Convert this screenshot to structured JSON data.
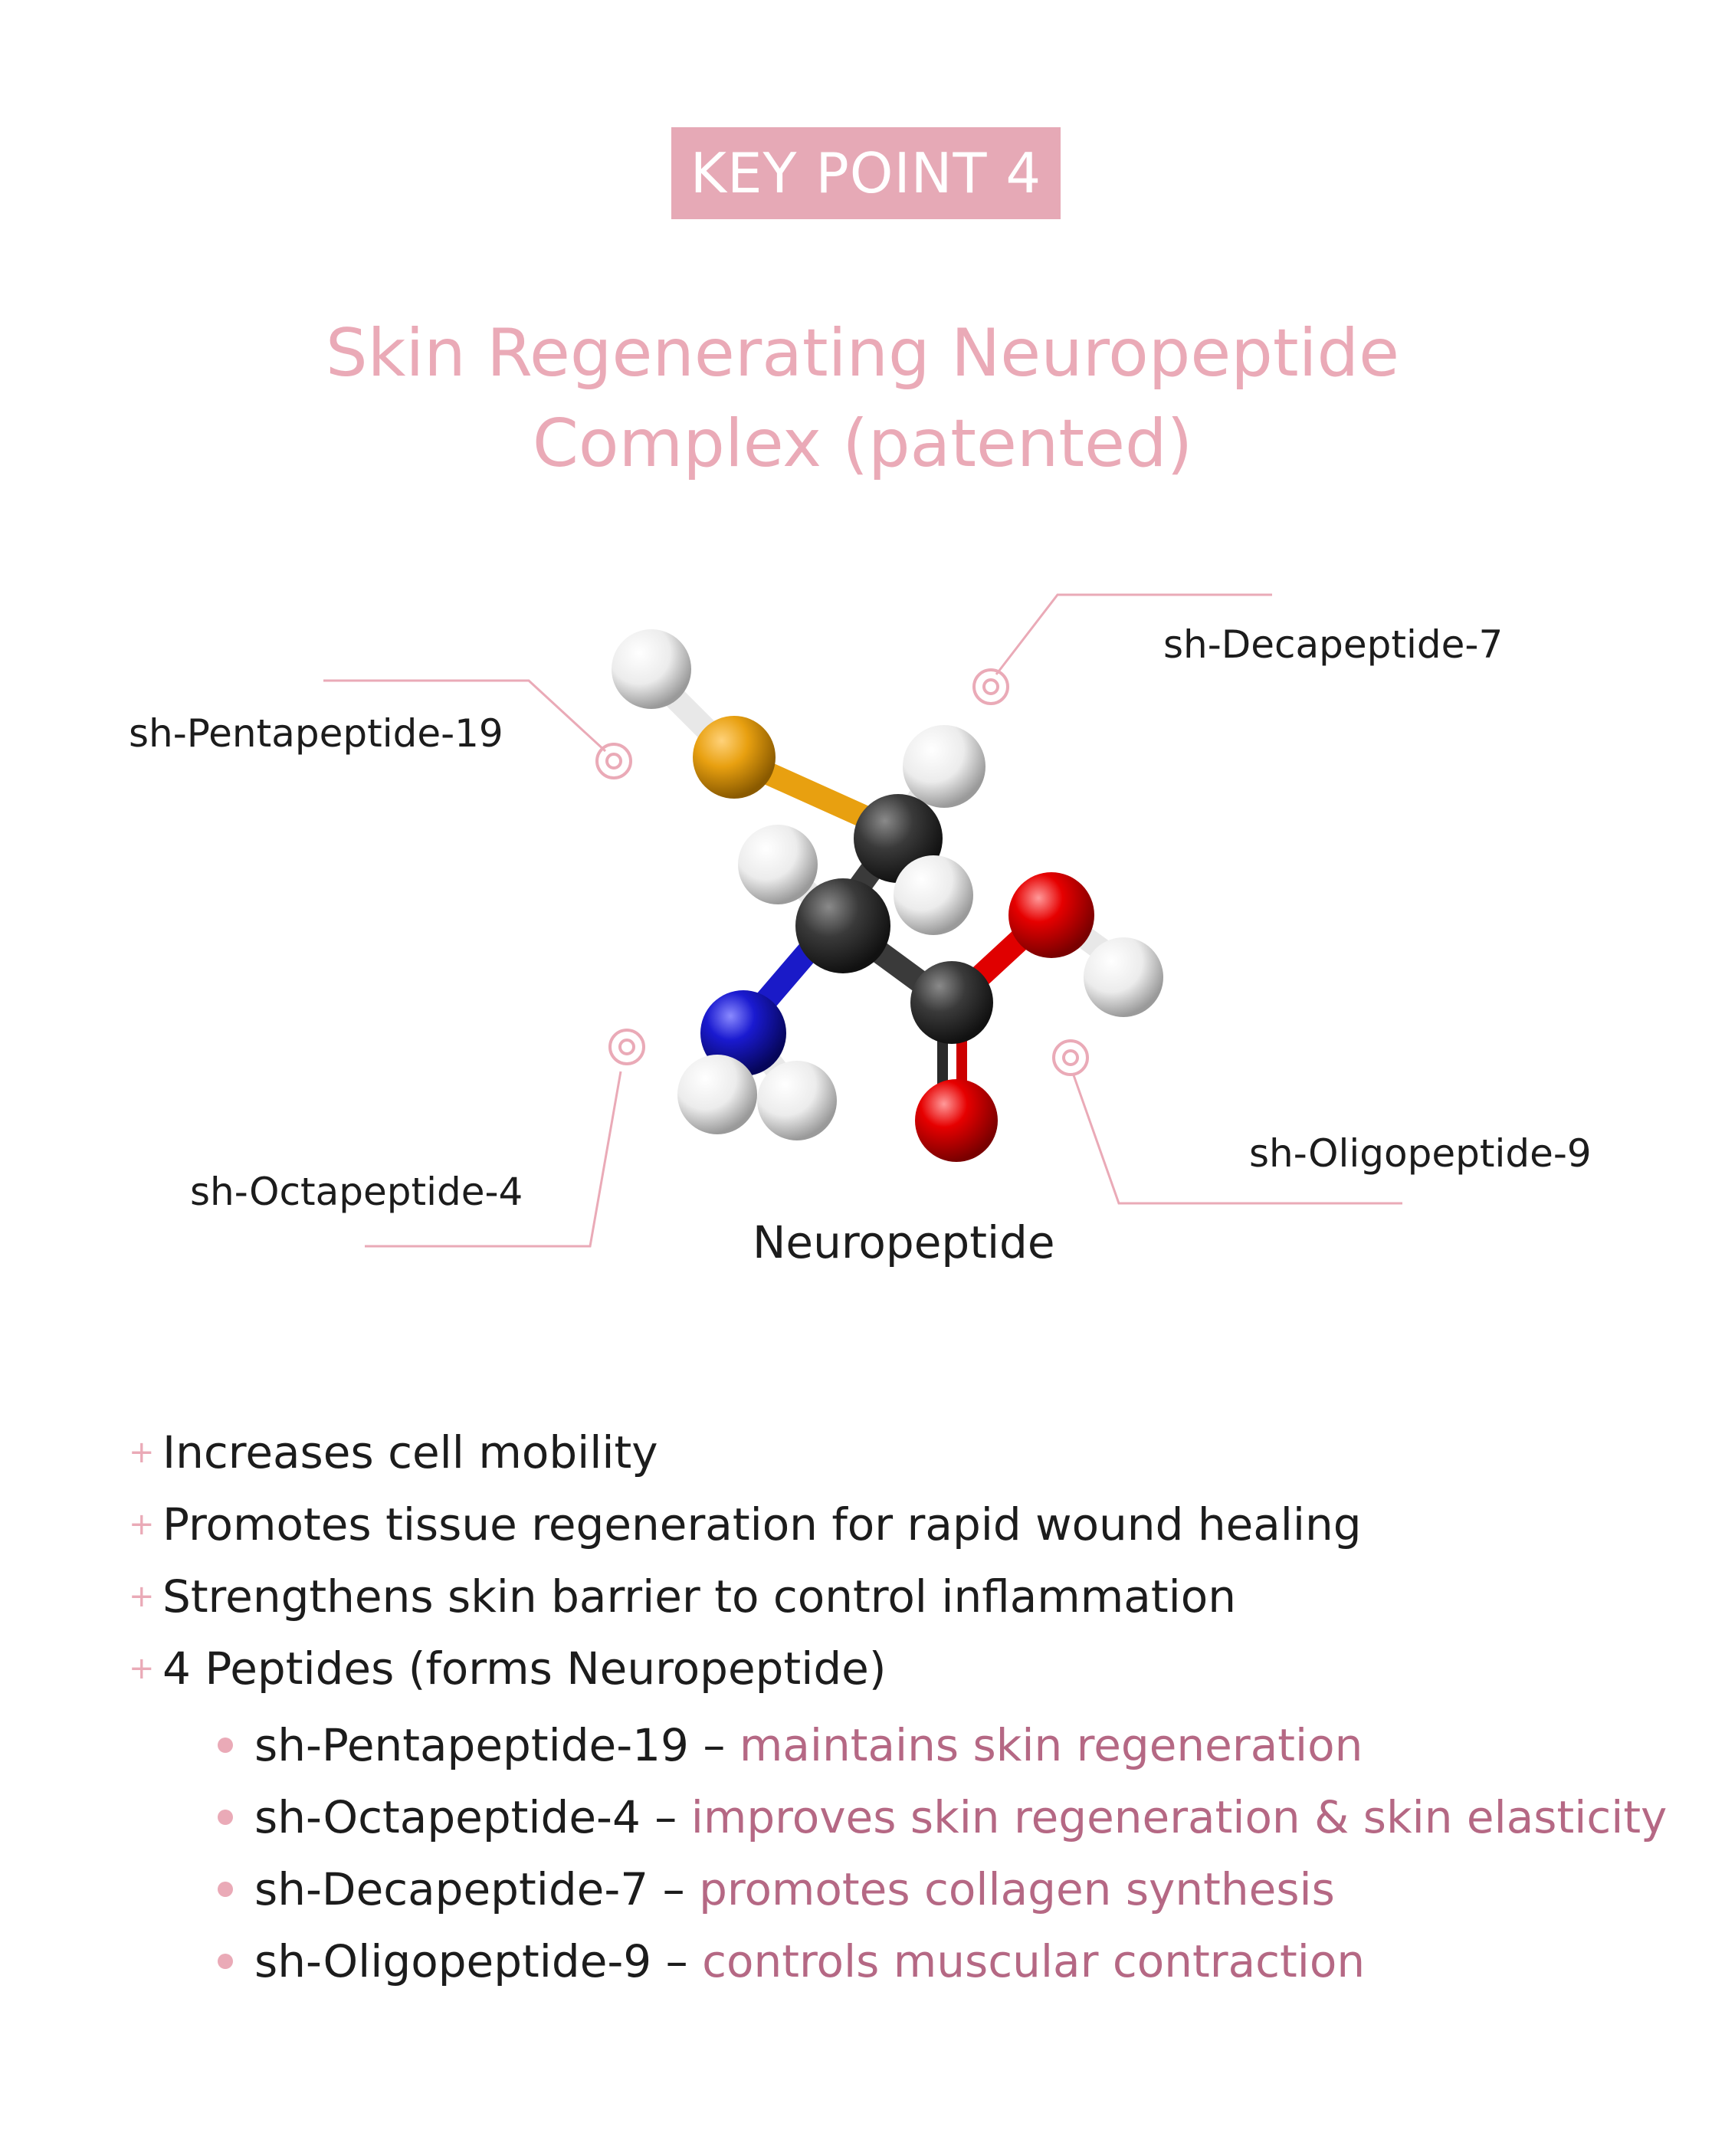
{
  "badge": {
    "label": "KEY POINT 4"
  },
  "title": {
    "line1": "Skin Regenerating Neuropeptide",
    "line2": "Complex (patented)"
  },
  "diagram": {
    "caption": "Neuropeptide",
    "callouts": {
      "pentapeptide": "sh-Pentapeptide-19",
      "decapeptide": "sh-Decapeptide-7",
      "octapeptide": "sh-Octapeptide-4",
      "oligopeptide": "sh-Oligopeptide-9"
    }
  },
  "benefits": [
    "Increases cell mobility",
    "Promotes tissue regeneration for rapid wound healing",
    "Strengthens skin barrier to control inflammation",
    "4 Peptides (forms Neuropeptide)"
  ],
  "peptides": [
    {
      "name": "sh-Pentapeptide-19",
      "separator": " – ",
      "description": "maintains skin regeneration"
    },
    {
      "name": "sh-Octapeptide-4",
      "separator": " – ",
      "description": "improves skin regeneration & skin elasticity"
    },
    {
      "name": "sh-Decapeptide-7",
      "separator": " – ",
      "description": "promotes collagen synthesis"
    },
    {
      "name": "sh-Oligopeptide-9",
      "separator": " – ",
      "description": "controls muscular contraction"
    }
  ],
  "colors": {
    "accent_pink": "#eaaab7",
    "badge_pink": "#e6a9b6",
    "description_pink": "#b56884",
    "text": "#1c1c1c",
    "atom_carbon": "#3a3a3a",
    "atom_hydrogen": "#f2f2f2",
    "atom_oxygen": "#e00000",
    "atom_nitrogen": "#1a1ac8",
    "atom_sulfur": "#e8a010"
  }
}
